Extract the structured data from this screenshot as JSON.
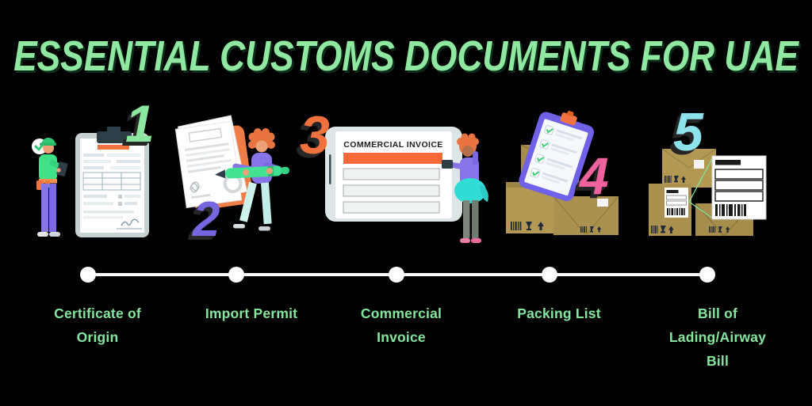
{
  "page": {
    "title": "ESSENTIAL CUSTOMS DOCUMENTS FOR UAE",
    "title_color": "#8EE8A0",
    "background": "#010101"
  },
  "steps": [
    {
      "number": "1",
      "label": "Certificate of\nOrigin",
      "number_color": "#8CE89F",
      "illustration": "worker-inspecting-certificate-clipboard"
    },
    {
      "number": "2",
      "label": "Import Permit",
      "number_color": "#7766E2",
      "illustration": "person-signing-documents-with-giant-pen"
    },
    {
      "number": "3",
      "label": "Commercial\nInvoice",
      "number_color": "#F0713C",
      "illustration": "commercial-invoice-on-tablet"
    },
    {
      "number": "4",
      "label": "Packing List",
      "number_color": "#F0619F",
      "illustration": "boxes-with-checklist-clipboard"
    },
    {
      "number": "5",
      "label": "Bill of\nLading/Airway\nBill",
      "number_color": "#8EE2EC",
      "illustration": "boxes-with-shipping-labels"
    }
  ],
  "illustrations": {
    "invoice_title": "COMMERCIAL INVOICE"
  },
  "timeline": {
    "line_color": "#FFFFFF",
    "dot_color": "#FFFFFF",
    "dot_count": 5
  },
  "label_color": "#85E79E"
}
